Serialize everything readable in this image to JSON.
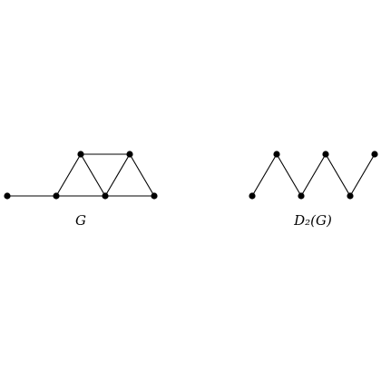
{
  "figure": {
    "graphs": [
      {
        "id": "G",
        "caption": "G",
        "vertices": [
          "g1",
          "g2",
          "g3",
          "g4",
          "g5",
          "g6"
        ],
        "edges": [
          [
            "g1",
            "g2"
          ],
          [
            "g2",
            "g4"
          ],
          [
            "g4",
            "g5"
          ],
          [
            "g2",
            "g3"
          ],
          [
            "g3",
            "g6"
          ],
          [
            "g3",
            "g4"
          ],
          [
            "g4",
            "g6"
          ],
          [
            "g6",
            "g5"
          ]
        ]
      },
      {
        "id": "D2G",
        "caption": "D₂(G)",
        "vertices": [
          "d1",
          "d2",
          "d3",
          "d4",
          "d5",
          "d6"
        ],
        "edges": [
          [
            "d1",
            "d2"
          ],
          [
            "d2",
            "d3"
          ],
          [
            "d3",
            "d4"
          ],
          [
            "d4",
            "d5"
          ],
          [
            "d5",
            "d6"
          ]
        ]
      }
    ]
  }
}
